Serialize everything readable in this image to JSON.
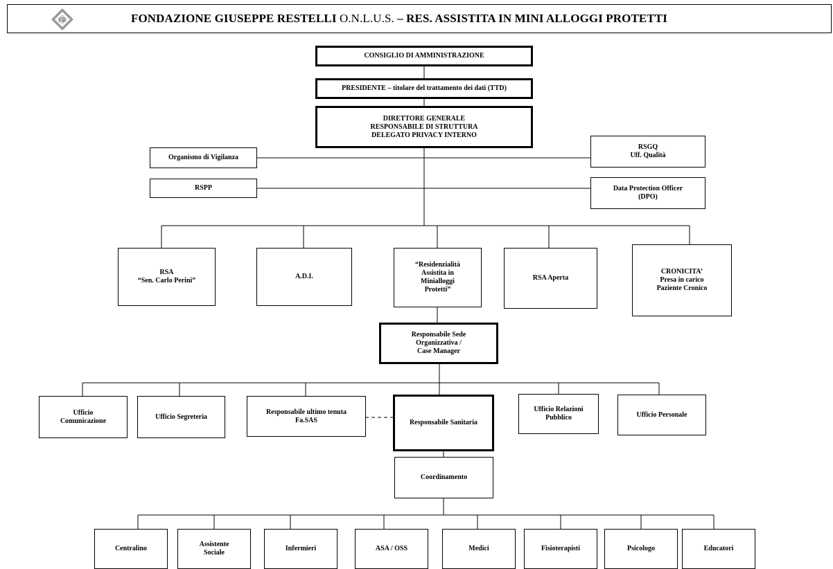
{
  "header": {
    "title_bold": "FONDAZIONE GIUSEPPE RESTELLI",
    "title_mid": " O.N.L.U.S. ",
    "title_tail": "– RES. ASSISTITA IN MINI ALLOGGI PROTETTI",
    "logo_text": "FR"
  },
  "org": {
    "cda": "CONSIGLIO DI AMMINISTRAZIONE",
    "presidente": "PRESIDENTE – titolare del trattamento dei dati (TTD)",
    "direttore": "DIRETTORE GENERALE\nRESPONSABILE DI STRUTTURA\nDELEGATO PRIVACY INTERNO",
    "odv": "Organismo di Vigilanza",
    "rsgq": "RSGQ\nUff. Qualità",
    "rspp": "RSPP",
    "dpo": "Data Protection Officer\n(DPO)",
    "rsa": "RSA\n“Sen. Carlo Perini”",
    "adi": "A.D.I.",
    "residenzialita": "“Residenzialità\nAssistita in\nMinialloggi\nProtetti”",
    "rsa_aperta": "RSA Aperta",
    "cronicita": "CRONICITA’\nPresa in carico\nPaziente Cronico",
    "responsabile_sede": "Responsabile Sede\nOrganizzativa /\nCase Manager",
    "uff_comunicazione": "Ufficio\nComunicazione",
    "uff_segreteria": "Ufficio Segreteria",
    "resp_fasas": "Responsabile ultimo tenuta\nFa.SAS",
    "resp_sanitaria": "Responsabile Sanitaria",
    "uff_relazioni": "Ufficio Relazioni\nPubblico",
    "uff_personale": "Ufficio Personale",
    "coordinamento": "Coordinamento",
    "centralino": "Centralino",
    "assistente_sociale": "Assistente\nSociale",
    "infermieri": "Infermieri",
    "asa_oss": "ASA / OSS",
    "medici": "Medici",
    "fisioterapisti": "Fisioterapisti",
    "psicologo": "Psicologo",
    "educatori": "Educatori"
  }
}
